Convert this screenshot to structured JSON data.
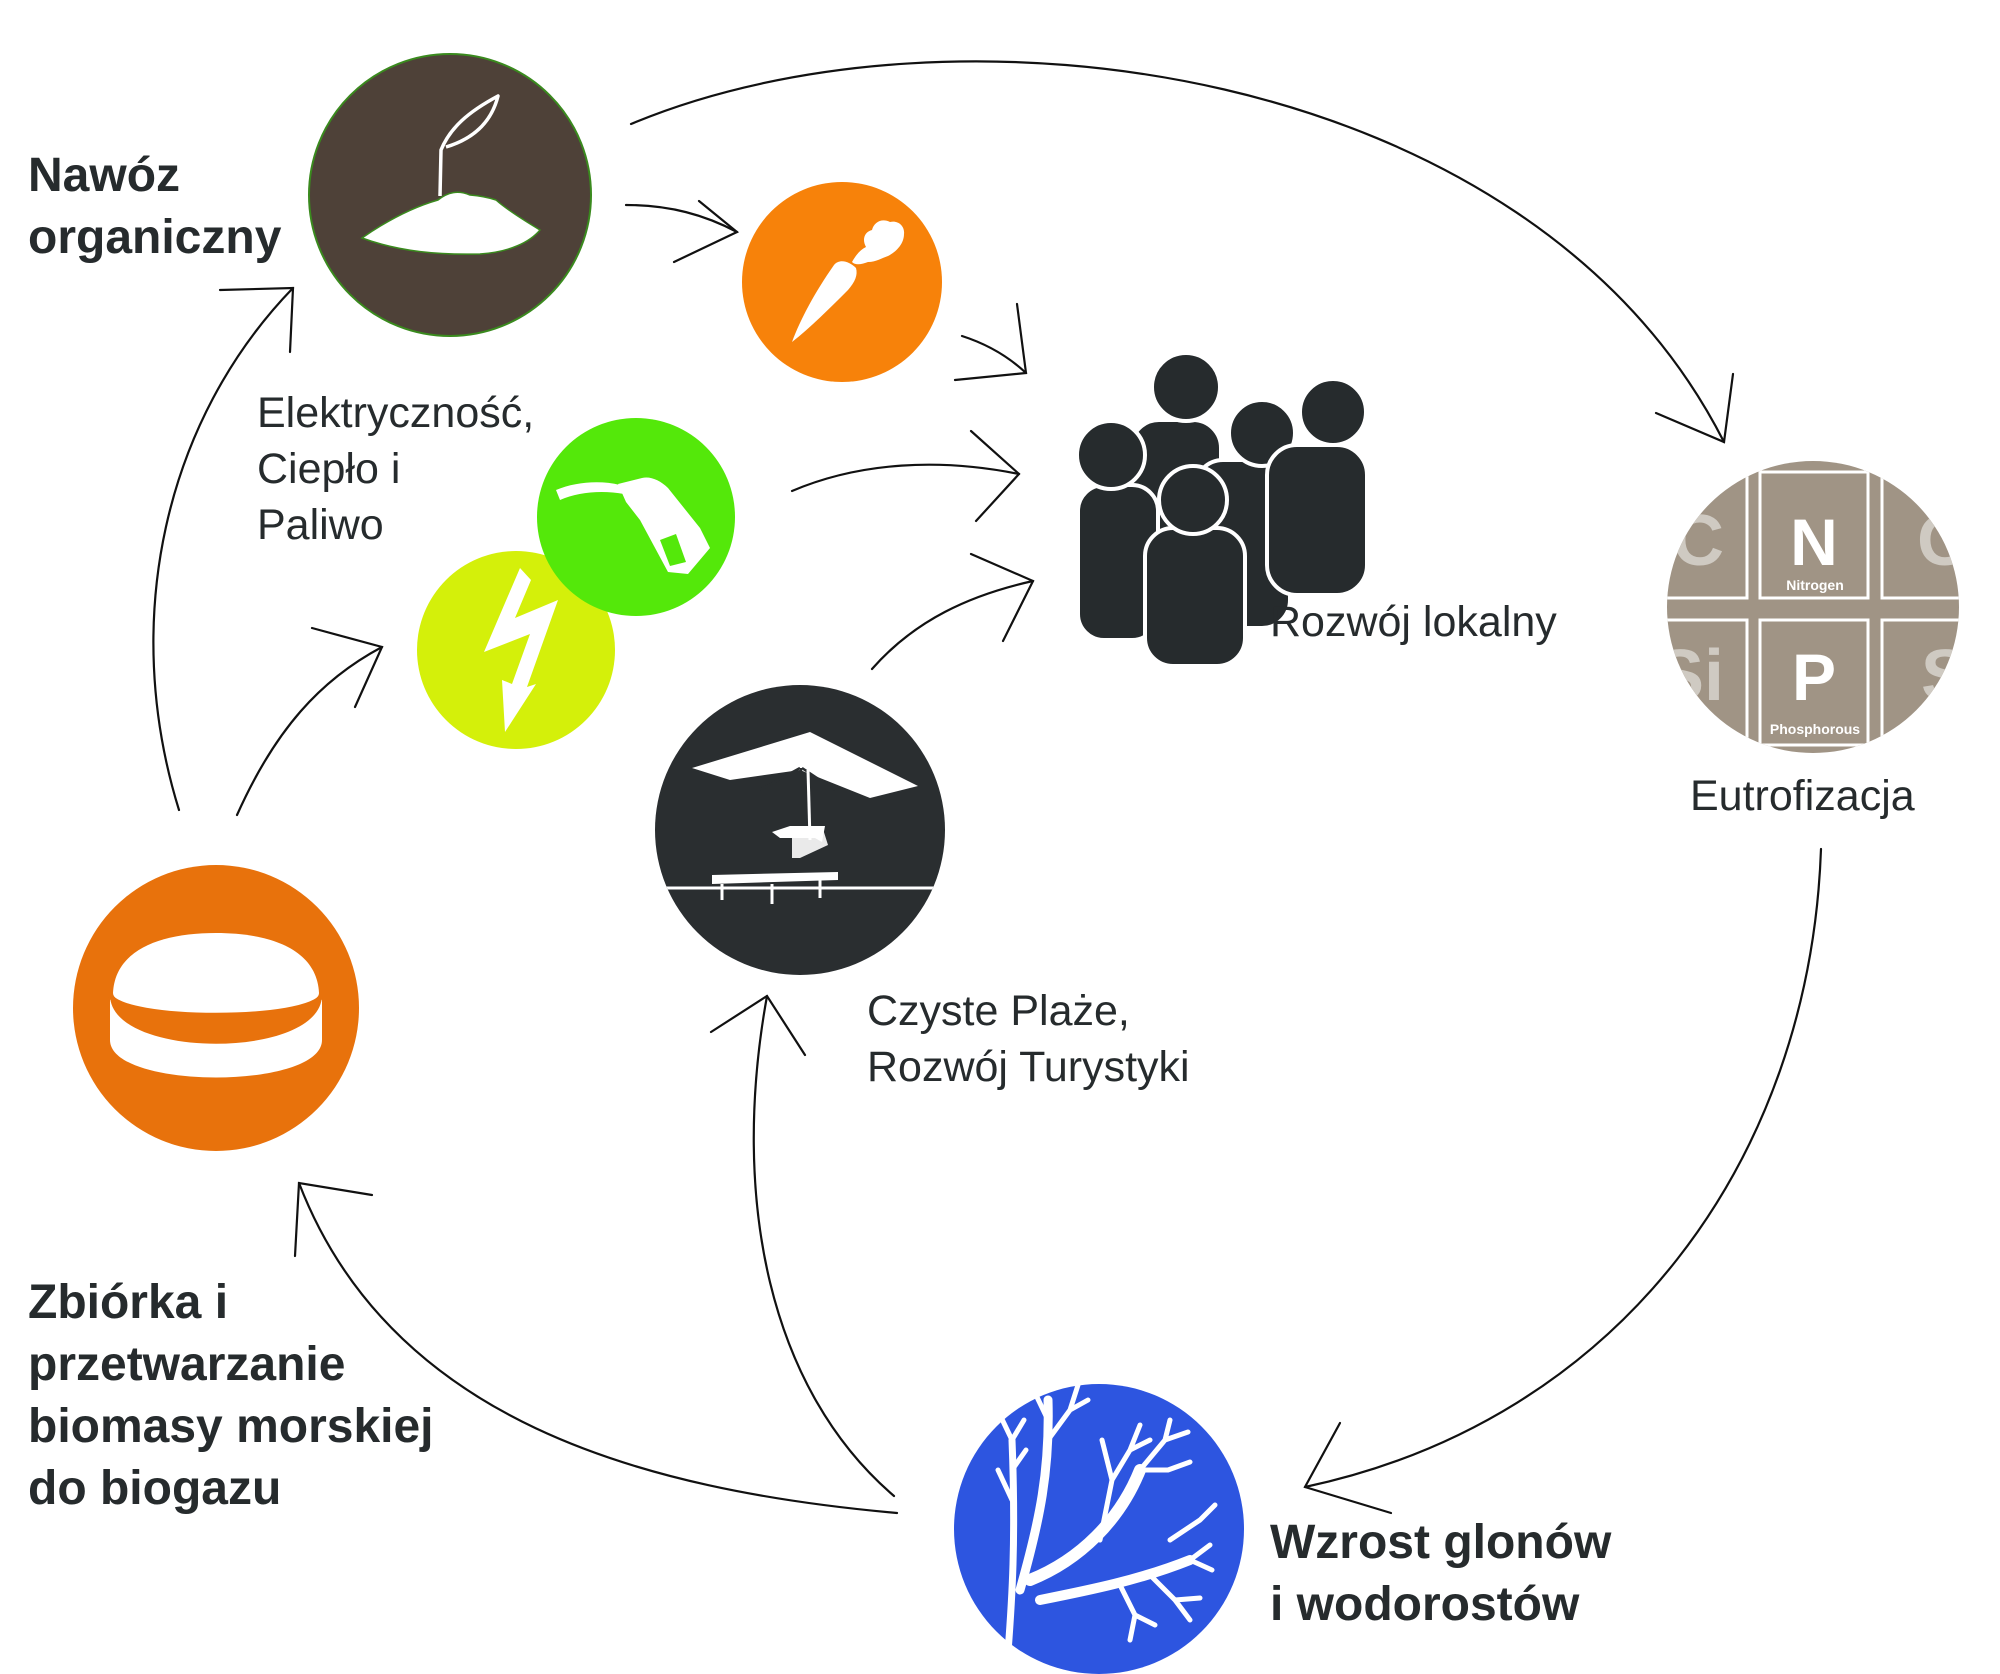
{
  "title": "Cykl biomasy morskiej",
  "colors": {
    "fertilizer": "#4E4138",
    "fertilizer_outline": "#3a8a1e",
    "carrot": "#F7820A",
    "fuel": "#54E80A",
    "electricity": "#D4F00A",
    "people": "#262b2d",
    "beach": "#2A2E30",
    "eutrophication": "#A09485",
    "eutrophication_faded_letter": "#cfcac2",
    "algae": "#2D55E0",
    "biogas": "#E8720C",
    "text": "#262b2d",
    "arrow": "#111111"
  },
  "nodes": {
    "fertilizer": {
      "icon": "sprout-soil-icon",
      "lines": [
        "Nawóz",
        "organiczny"
      ]
    },
    "food": {
      "icon": "carrot-icon"
    },
    "energy": {
      "icon_fuel": "fuel-nozzle-icon",
      "icon_electricity": "lightning-bolt-icon",
      "lines": [
        "Elektryczność,",
        "Ciepło i",
        "Paliwo"
      ]
    },
    "local": {
      "icon": "people-group-icon",
      "lines": [
        "Rozwój lokalny"
      ]
    },
    "beach": {
      "icon": "beach-umbrella-lounger-icon",
      "lines": [
        "Czyste Plaże,",
        "Rozwój Turystyki"
      ]
    },
    "eutrophication": {
      "icon": "periodic-elements-icon",
      "lines": [
        "Eutrofizacja"
      ],
      "elements": {
        "n_symbol": "N",
        "n_name": "Nitrogen",
        "p_symbol": "P",
        "p_name": "Phosphorous",
        "faded": [
          "C",
          "O",
          "Si",
          "S"
        ]
      }
    },
    "algae": {
      "icon": "seaweed-icon",
      "lines": [
        "Wzrost glonów",
        "i wodorostów"
      ]
    },
    "biogas": {
      "icon": "biogas-tank-icon",
      "lines": [
        "Zbiórka i",
        "przetwarzanie",
        "biomasy morskiej",
        "do biogazu"
      ]
    }
  },
  "flows": [
    {
      "from": "fertilizer",
      "to": "eutrophication"
    },
    {
      "from": "fertilizer",
      "to": "food"
    },
    {
      "from": "food",
      "to": "local"
    },
    {
      "from": "energy",
      "to": "local"
    },
    {
      "from": "beach",
      "to": "local"
    },
    {
      "from": "eutrophication",
      "to": "algae"
    },
    {
      "from": "algae",
      "to": "biogas"
    },
    {
      "from": "algae",
      "to": "beach"
    },
    {
      "from": "biogas",
      "to": "fertilizer"
    },
    {
      "from": "biogas",
      "to": "energy"
    }
  ]
}
